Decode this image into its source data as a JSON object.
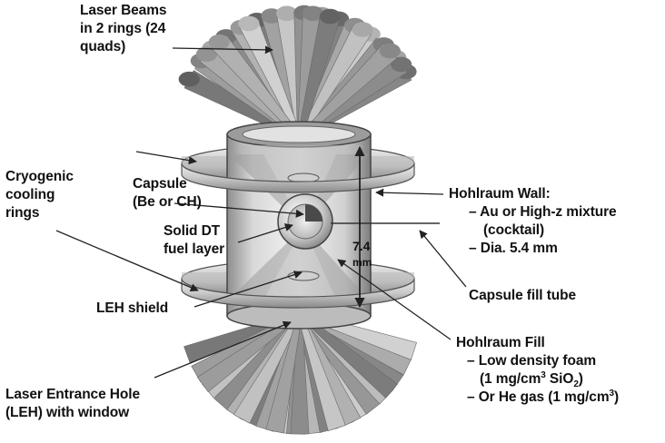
{
  "labels": {
    "laser_beams": [
      "Laser Beams",
      "in 2 rings (24",
      "quads)"
    ],
    "cryogenic": [
      "Cryogenic",
      "cooling",
      "rings"
    ],
    "capsule": [
      "Capsule",
      "(Be or CH)"
    ],
    "solid_dt": [
      "Solid DT",
      "fuel layer"
    ],
    "leh_shield": "LEH shield",
    "laser_entrance": [
      "Laser Entrance Hole",
      "(LEH) with window"
    ],
    "hohlraum_wall": {
      "title": "Hohlraum Wall:",
      "line1": "– Au or High-z mixture",
      "line2": "(cocktail)",
      "line3": "– Dia. 5.4 mm"
    },
    "capsule_fill_tube": "Capsule fill tube",
    "hohlraum_fill": {
      "title": "Hohlraum Fill",
      "line1": "– Low density foam",
      "line2_pre": "(1 mg/cm",
      "line2_sup": "3",
      "line2_mid": " SiO",
      "line2_sub": "2",
      "line2_post": ")",
      "line3_pre": "– Or He gas (1 mg/cm",
      "line3_sup": "3",
      "line3_post": ")"
    },
    "dimension_value": "7.4",
    "dimension_unit": "mm"
  },
  "colors": {
    "text": "#111111",
    "beam": "#9a9a9a",
    "beam_dark": "#6e6e6e",
    "cylinder": "#d6d6d6",
    "ring": "#cfcfcf"
  }
}
